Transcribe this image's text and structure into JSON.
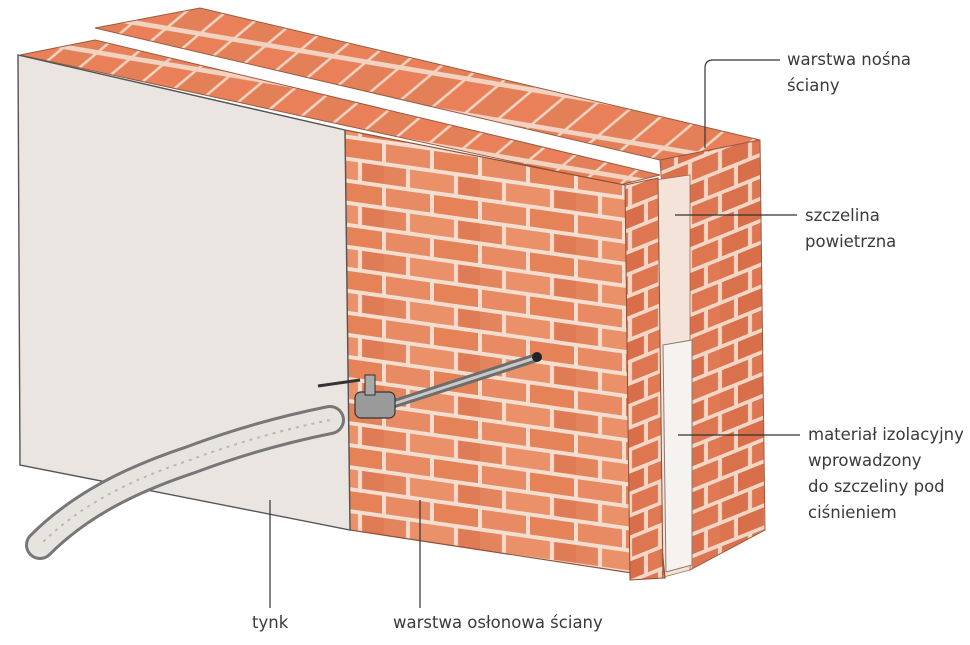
{
  "labels": {
    "load_bearing_layer": [
      "warstwa nośna",
      "ściany"
    ],
    "air_gap": [
      "szczelina",
      "powietrzna"
    ],
    "insulation": [
      "materiał izolacyjny",
      "wprowadzony",
      "do szczeliny pod",
      "ciśnieniem"
    ],
    "plaster": "tynk",
    "facing_layer": "warstwa osłonowa ściany"
  },
  "colors": {
    "brick": "#e07a52",
    "brick_light": "#f0a27c",
    "mortar": "#f3ded0",
    "plaster": "#ebe5e2",
    "leader_line": "#333333",
    "text": "#3a3a3a"
  }
}
